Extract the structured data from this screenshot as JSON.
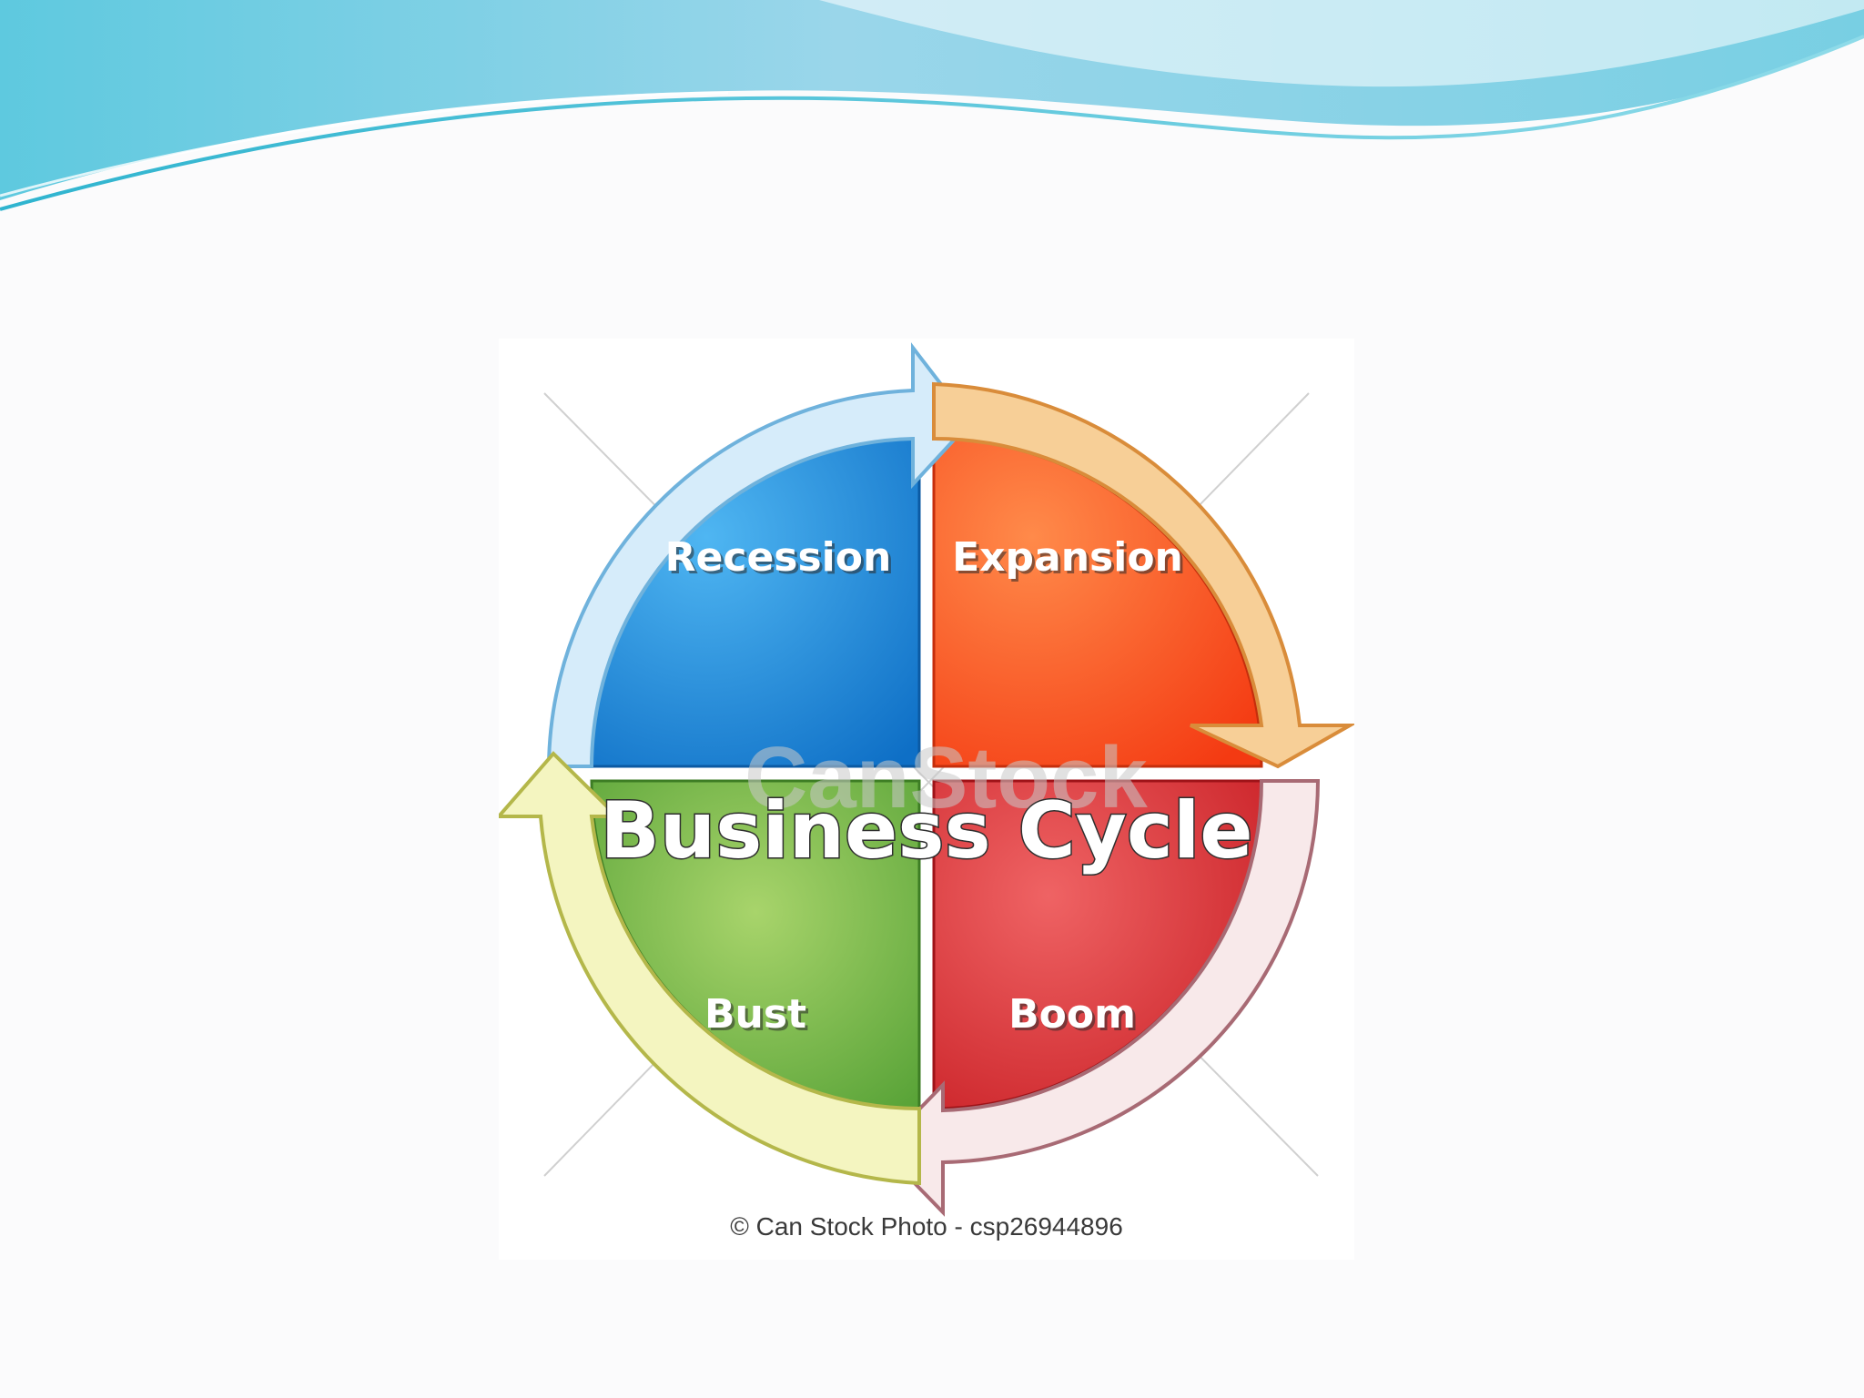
{
  "diagram": {
    "title": "Business Cycle",
    "segments": [
      {
        "label": "Recession",
        "color": "#1f83d6"
      },
      {
        "label": "Expansion",
        "color": "#f5461b"
      },
      {
        "label": "Boom",
        "color": "#d7262b"
      },
      {
        "label": "Bust",
        "color": "#5aa83a"
      }
    ],
    "arrows": [
      {
        "name": "recession-to-expansion-arrow",
        "color": "#cfe8f7"
      },
      {
        "name": "expansion-to-boom-arrow",
        "color": "#f6c98d"
      },
      {
        "name": "boom-to-bust-arrow",
        "color": "#f5e4e6"
      },
      {
        "name": "bust-to-recession-arrow",
        "color": "#f2f3b8"
      }
    ],
    "watermark": "CanStock",
    "credit": "© Can Stock Photo - csp26944896"
  },
  "theme": {
    "header_wave_color": "#7fd3e6",
    "header_wave_dark": "#3fb3cf"
  }
}
